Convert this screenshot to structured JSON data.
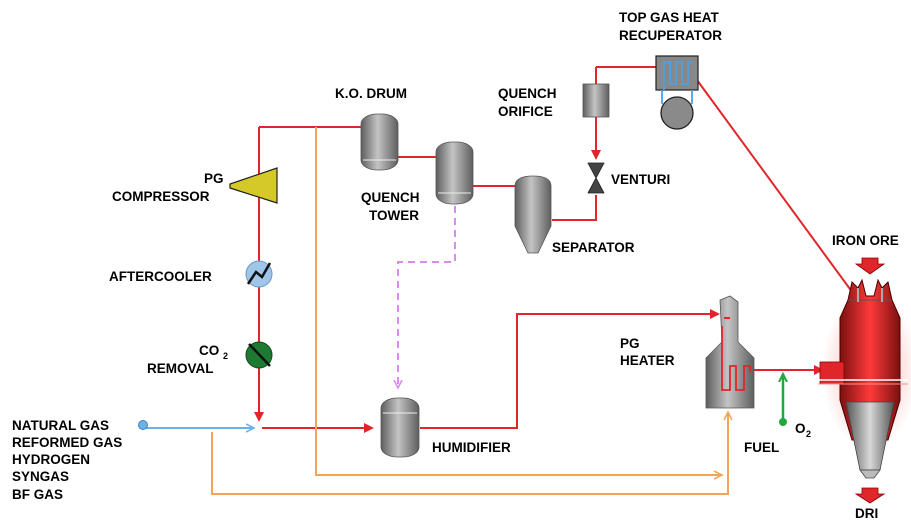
{
  "labels": {
    "top_gas_heat_1": "TOP GAS HEAT",
    "top_gas_heat_2": "RECUPERATOR",
    "ko_drum": "K.O. DRUM",
    "quench_orifice_1": "QUENCH",
    "quench_orifice_2": "ORIFICE",
    "pg_compressor_1": "PG",
    "pg_compressor_2": "COMPRESSOR",
    "quench_tower_1": "QUENCH",
    "quench_tower_2": "TOWER",
    "venturi": "VENTURI",
    "separator": "SEPARATOR",
    "iron_ore": "IRON ORE",
    "aftercooler": "AFTERCOOLER",
    "co2_removal_co": "CO",
    "co2_removal_sub": "2",
    "co2_removal_2": "REMOVAL",
    "pg_heater_1": "PG",
    "pg_heater_2": "HEATER",
    "humidifier": "HUMIDIFIER",
    "fuel": "FUEL",
    "o2_o": "O",
    "o2_sub": "2",
    "dri": "DRI"
  },
  "feed_gases": [
    "NATURAL GAS",
    "REFORMED GAS",
    "HYDROGEN",
    "SYNGAS",
    "BF GAS"
  ],
  "colors": {
    "process_gas": "#e0262a",
    "fuel_line": "#f0a65a",
    "water_line": "#d88cf0",
    "feed_line": "#6cb0e6",
    "oxygen_line": "#22a83c",
    "vessel": "#8a8a8a",
    "compressor": "#d4c928",
    "aftercooler": "#9fc5e8",
    "co2_removal": "#1e7a32"
  }
}
